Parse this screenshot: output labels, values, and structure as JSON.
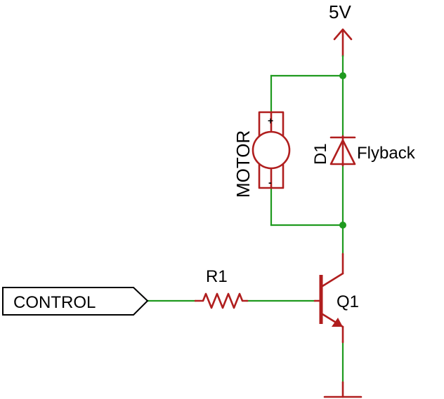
{
  "supply": {
    "label": "5V"
  },
  "motor": {
    "label": "MOTOR",
    "plus_mark": "+",
    "minus_mark": "-"
  },
  "diode": {
    "ref": "D1",
    "value": "Flyback"
  },
  "resistor": {
    "ref": "R1"
  },
  "transistor": {
    "ref": "Q1"
  },
  "input_port": {
    "label": "CONTROL"
  },
  "colors": {
    "wire": "#1f9a1f",
    "symbol": "#b01e1e",
    "text": "#000000"
  }
}
